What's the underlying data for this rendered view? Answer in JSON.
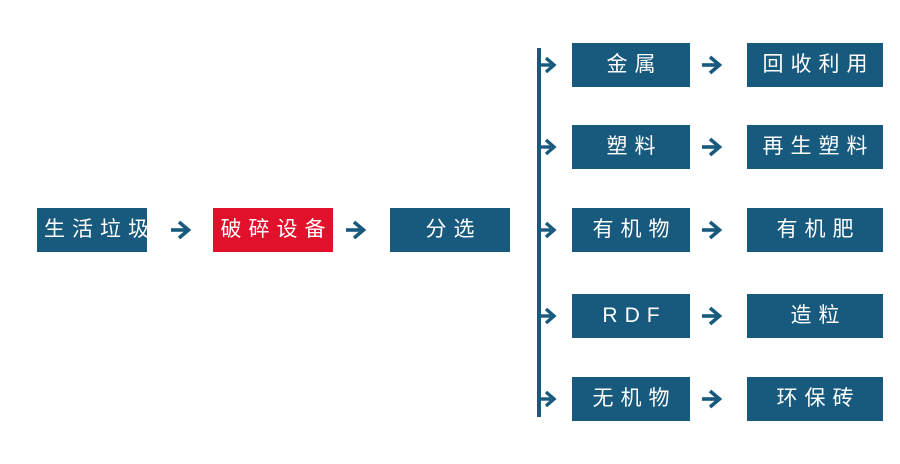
{
  "diagram": {
    "description": "Household waste processing flowchart",
    "colors": {
      "primary": "#175a7e",
      "accent": "#e1112b",
      "box_text": "#ffffff",
      "background": "#ffffff"
    },
    "main_flow": [
      {
        "label": "生活垃圾"
      },
      {
        "label": "破碎设备"
      },
      {
        "label": "分选"
      }
    ],
    "branches": [
      {
        "source": "金属",
        "result": "回收利用"
      },
      {
        "source": "塑料",
        "result": "再生塑料"
      },
      {
        "source": "有机物",
        "result": "有机肥"
      },
      {
        "source": "RDF",
        "result": "造粒"
      },
      {
        "source": "无机物",
        "result": "环保砖"
      }
    ]
  }
}
